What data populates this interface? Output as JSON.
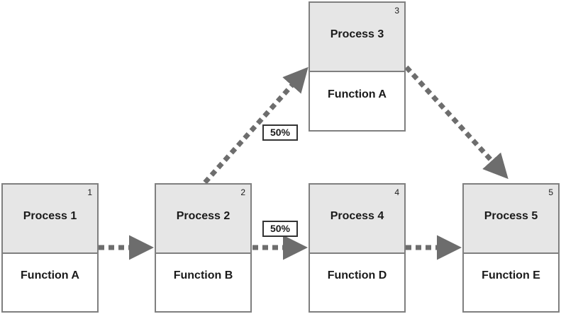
{
  "nodes": [
    {
      "process": "Process 1",
      "number": "1",
      "function": "Function A"
    },
    {
      "process": "Process 2",
      "number": "2",
      "function": "Function B"
    },
    {
      "process": "Process 3",
      "number": "3",
      "function": "Function A"
    },
    {
      "process": "Process 4",
      "number": "4",
      "function": "Function D"
    },
    {
      "process": "Process 5",
      "number": "5",
      "function": "Function E"
    }
  ],
  "labels": {
    "upper_split": "50%",
    "lower_split": "50%"
  },
  "colors": {
    "arrow": "#6d6d6d",
    "node_border": "#7f7f7f",
    "node_header_fill": "#e6e6e6"
  }
}
